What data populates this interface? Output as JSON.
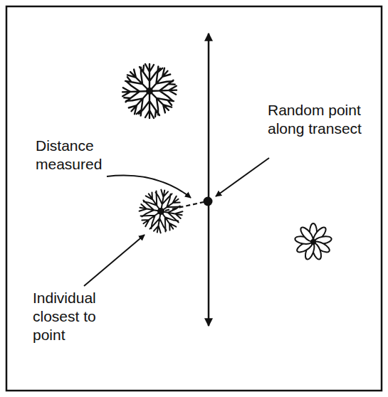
{
  "diagram": {
    "labels": [
      "Distance measured",
      "Random point along transect",
      "Individual closest to point"
    ]
  }
}
